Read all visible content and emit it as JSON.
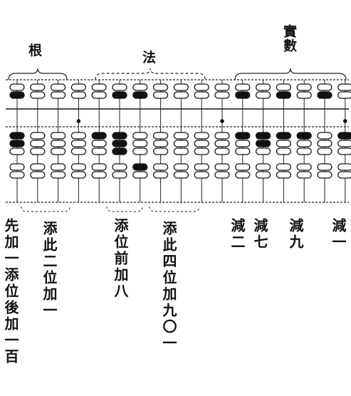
{
  "headers": {
    "root": "根",
    "method": "法",
    "dividend": "實數"
  },
  "abacus": {
    "rods": 17,
    "upper_beads_per_rod": 2,
    "lower_beads_per_rod": 5,
    "unit_dots_on_rods": [
      3,
      10,
      16
    ],
    "dark_beads": [
      {
        "rod": 0,
        "deck": "upper",
        "index": 1
      },
      {
        "rod": 0,
        "deck": "lower",
        "index": 0
      },
      {
        "rod": 0,
        "deck": "lower",
        "index": 1
      },
      {
        "rod": 4,
        "deck": "lower",
        "index": 0
      },
      {
        "rod": 5,
        "deck": "upper",
        "index": 1
      },
      {
        "rod": 5,
        "deck": "lower",
        "index": 0
      },
      {
        "rod": 5,
        "deck": "lower",
        "index": 1
      },
      {
        "rod": 5,
        "deck": "lower",
        "index": 2
      },
      {
        "rod": 6,
        "deck": "upper",
        "index": 1
      },
      {
        "rod": 6,
        "deck": "lower",
        "index": 3
      },
      {
        "rod": 11,
        "deck": "upper",
        "index": 1
      },
      {
        "rod": 11,
        "deck": "lower",
        "index": 0
      },
      {
        "rod": 12,
        "deck": "lower",
        "index": 0
      },
      {
        "rod": 12,
        "deck": "lower",
        "index": 1
      },
      {
        "rod": 13,
        "deck": "upper",
        "index": 1
      },
      {
        "rod": 13,
        "deck": "lower",
        "index": 0
      },
      {
        "rod": 14,
        "deck": "lower",
        "index": 0
      },
      {
        "rod": 15,
        "deck": "upper",
        "index": 1
      },
      {
        "rod": 16,
        "deck": "lower",
        "index": 0
      }
    ]
  },
  "annotations": [
    {
      "id": "note-1",
      "text": "先加一添位後加一百"
    },
    {
      "id": "note-2",
      "text": "添此二位加一"
    },
    {
      "id": "note-3",
      "text": "添位前加八"
    },
    {
      "id": "note-4",
      "text": "添此四位加九〇一"
    },
    {
      "id": "note-5",
      "text": "減二"
    },
    {
      "id": "note-6",
      "text": "減七"
    },
    {
      "id": "note-7",
      "text": "減九"
    },
    {
      "id": "note-8",
      "text": "減一"
    }
  ]
}
